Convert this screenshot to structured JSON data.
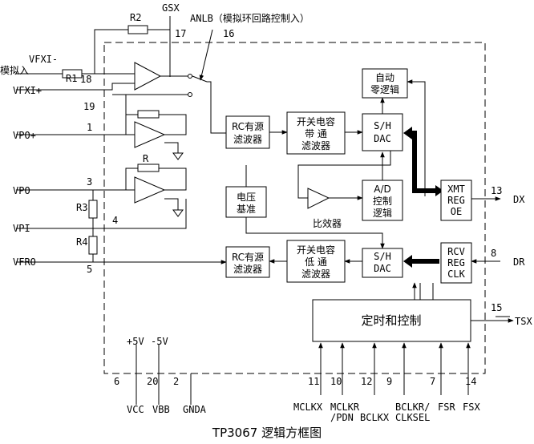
{
  "title": "TP3067 逻辑方框图",
  "signals": {
    "gsx": "GSX",
    "anlb": "ANLB（模拟环回路控制入）",
    "vfxi_minus": "VFXI-",
    "vfxi_plus": "VFXI+",
    "analog_in": "模拟入",
    "vpo_plus": "VPO+",
    "vpo_minus": "VPO",
    "vpi": "VPI",
    "vfro": "VFRO",
    "dx": "DX",
    "dr": "DR",
    "tsx": "TSX",
    "vcc": "VCC",
    "vbb": "VBB",
    "gnda": "GNDA",
    "plus5v": "+5V",
    "minus5v": "-5V",
    "mclkx": "MCLKX",
    "mclkr": "MCLKR",
    "pdn": "/PDN",
    "bclkx": "BCLKX",
    "bclkr": "BCLKR/",
    "clksel": "CLKSEL",
    "fsr": "FSR",
    "fsx": "FSX"
  },
  "components": {
    "r1": "R1",
    "r2": "R2",
    "r3": "R3",
    "r4": "R4",
    "r": "R",
    "comparator": "比效器"
  },
  "pins": [
    "17",
    "16",
    "18",
    "19",
    "1",
    "3",
    "4",
    "5",
    "13",
    "8",
    "15",
    "6",
    "20",
    "2",
    "11",
    "10",
    "12",
    "9",
    "7",
    "14"
  ],
  "blocks": {
    "rc_tx": [
      "RC有源",
      "滤波器"
    ],
    "bp_filter": [
      "开关电容",
      "带 通",
      "滤波器"
    ],
    "sh_dac_top": [
      "S/H",
      "DAC"
    ],
    "auto_zero": [
      "自动",
      "零逻辑"
    ],
    "xmt_reg": [
      "XMT",
      "REG",
      "OE"
    ],
    "ad_logic": [
      "A/D",
      "控制",
      "逻辑"
    ],
    "vref": [
      "电压",
      "基准"
    ],
    "rcv_reg": [
      "RCV",
      "REG",
      "CLK"
    ],
    "rc_rx": [
      "RC有源",
      "滤波器"
    ],
    "lp_filter": [
      "开关电容",
      "低 通",
      "滤波器"
    ],
    "sh_dac_bottom": [
      "S/H",
      "DAC"
    ],
    "timing": "定时和控制"
  }
}
